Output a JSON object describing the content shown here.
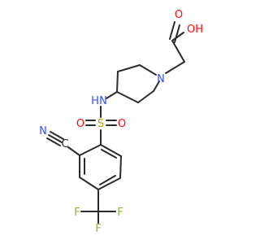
{
  "molecule": {
    "atoms": {
      "o_top": "O",
      "oh": "OH",
      "n_ring": "N",
      "n_amine": "N",
      "h_amine": "H",
      "s": "S",
      "o_left": "O",
      "o_right": "O",
      "n_nitrile": "N",
      "c_nitrile": "C",
      "f_left": "F",
      "f_mid": "F",
      "f_right": "F"
    },
    "colors": {
      "oxygen": "#ff0d0d",
      "nitrogen": "#3050f8",
      "sulfur": "#b8a400",
      "fluorine": "#8fb23f",
      "carbon": "#2b2b2b"
    }
  }
}
